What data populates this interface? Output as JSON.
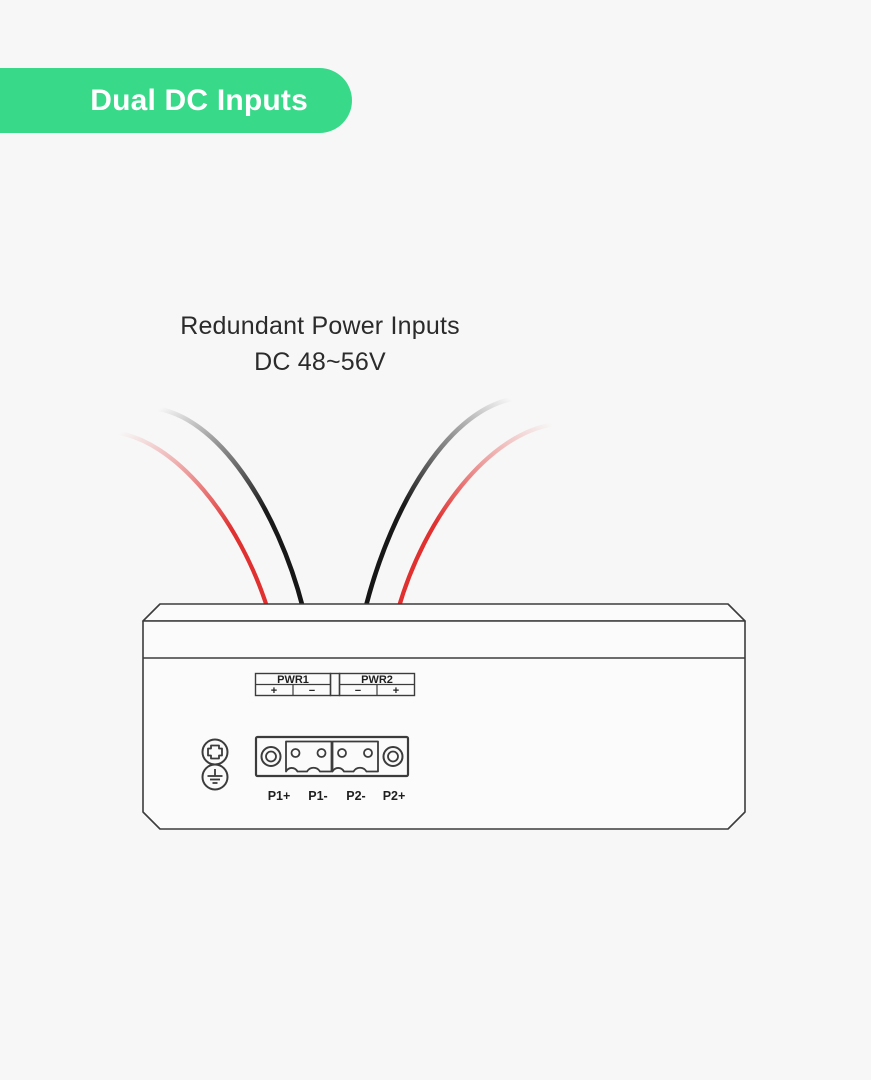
{
  "page": {
    "background_color": "#f7f7f7"
  },
  "badge": {
    "label": "Dual DC Inputs",
    "background_color": "#39d98a",
    "text_color": "#ffffff"
  },
  "caption": {
    "line1": "Redundant Power Inputs",
    "line2": "DC 48~56V",
    "color": "#2b2b2b"
  },
  "device": {
    "name": "industrial-switch-chassis",
    "body_color": "#fbfbfb",
    "outline_color": "#3c3c3c"
  },
  "silkscreen": {
    "pwr1_label": "PWR1",
    "pwr2_label": "PWR2",
    "pwr1_positive": "+",
    "pwr1_negative": "−",
    "pwr2_negative": "−",
    "pwr2_positive": "+"
  },
  "terminal_block": {
    "pins": [
      {
        "label": "P1+",
        "polarity": "positive",
        "wire_color": "#e03030"
      },
      {
        "label": "P1-",
        "polarity": "negative",
        "wire_color": "#1a1a1a"
      },
      {
        "label": "P2-",
        "polarity": "negative",
        "wire_color": "#1a1a1a"
      },
      {
        "label": "P2+",
        "polarity": "positive",
        "wire_color": "#e03030"
      }
    ],
    "label_color": "#1f1f1f"
  },
  "ground_icons": [
    {
      "name": "screw-icon",
      "symbol": "cross-head-screw"
    },
    {
      "name": "earth-ground-icon",
      "symbol": "protective-earth"
    }
  ],
  "wires": [
    {
      "name": "wire-p1-positive",
      "color": "#e03030",
      "terminates_at": "P1+",
      "side": "left"
    },
    {
      "name": "wire-p1-negative",
      "color": "#1a1a1a",
      "terminates_at": "P1-",
      "side": "left"
    },
    {
      "name": "wire-p2-negative",
      "color": "#1a1a1a",
      "terminates_at": "P2-",
      "side": "right"
    },
    {
      "name": "wire-p2-positive",
      "color": "#e03030",
      "terminates_at": "P2+",
      "side": "right"
    }
  ]
}
